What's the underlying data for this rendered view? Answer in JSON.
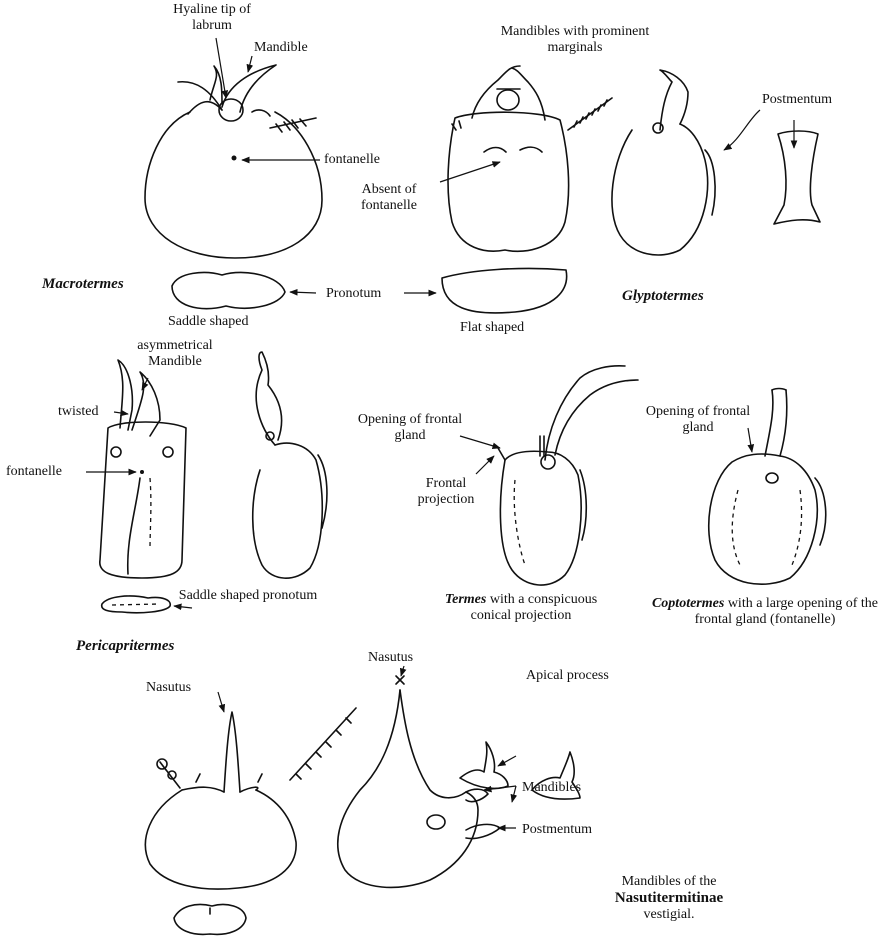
{
  "macrotermes": {
    "name": "Macrotermes",
    "hyaline_tip": "Hyaline tip of labrum",
    "mandible": "Mandible",
    "fontanelle": "fontanelle",
    "pronotum_shape": "Saddle shaped"
  },
  "pronotum": "Pronotum",
  "glyptotermes": {
    "name": "Glyptotermes",
    "mandibles_note": "Mandibles with prominent marginals",
    "absent_fontanelle": "Absent of fontanelle",
    "postmentum": "Postmentum",
    "pronotum_shape": "Flat shaped"
  },
  "pericapritermes": {
    "name": "Pericapritermes",
    "asym_mandible": "asymmetrical Mandible",
    "twisted": "twisted",
    "fontanelle": "fontanelle",
    "pronotum_note": "Saddle shaped pronotum"
  },
  "termes": {
    "opening_frontal_gland": "Opening of frontal gland",
    "frontal_projection": "Frontal projection",
    "name": "Termes",
    "caption_rest": "with a conspicuous conical projection"
  },
  "coptotermes": {
    "opening_frontal_gland": "Opening of frontal gland",
    "name": "Coptotermes",
    "caption_rest": "with a large opening of the frontal gland (fontanelle)"
  },
  "nasutitermitinae": {
    "nasutus_left": "Nasutus",
    "nasutus_right": "Nasutus",
    "apical_process": "Apical process",
    "mandibles": "Mandibles",
    "postmentum": "Postmentum",
    "note_line1": "Mandibles of the",
    "note_name": "Nasutitermitinae",
    "note_line3": "vestigial."
  }
}
